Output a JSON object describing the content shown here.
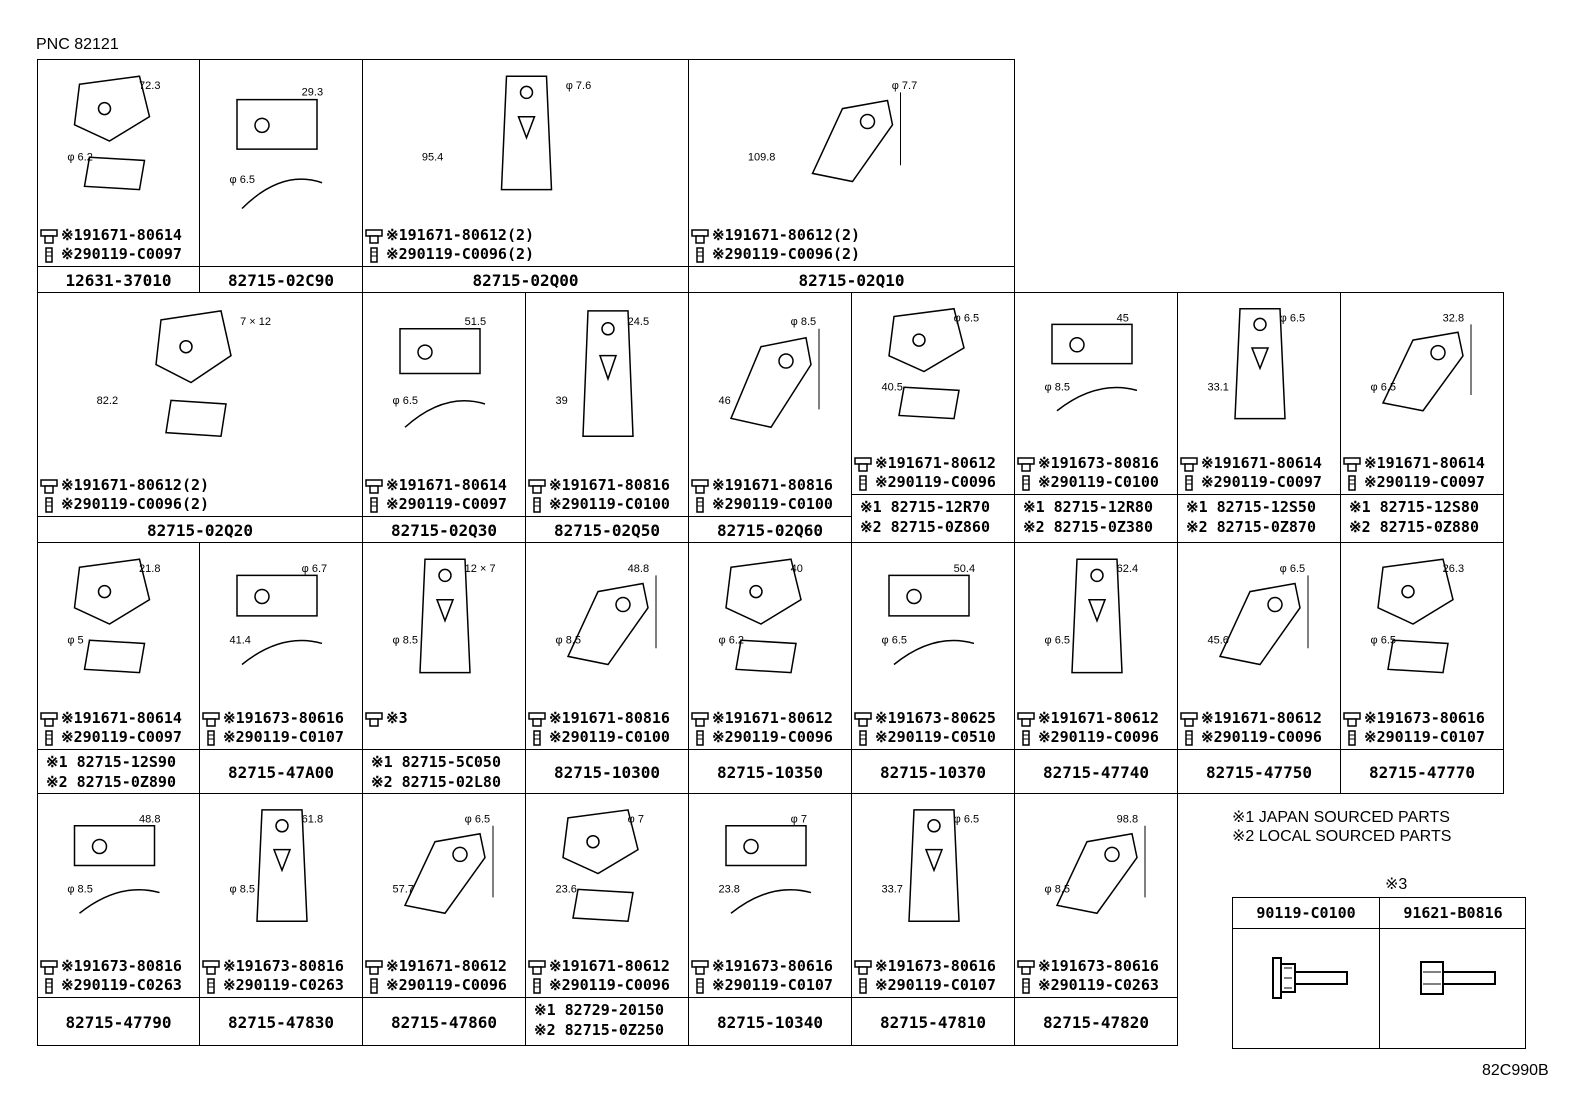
{
  "header": {
    "pnc": "PNC 82121",
    "diagram_code": "82C990B"
  },
  "notes": [
    "※1 JAPAN SOURCED PARTS",
    "※2 LOCAL SOURCED PARTS"
  ],
  "legend": {
    "title": "※3",
    "parts": [
      "90119-C0100",
      "91621-B0816"
    ]
  },
  "parts": [
    {
      "label": "12631-37010",
      "bolts": [
        "※191671-80614",
        "※290119-C0097"
      ],
      "dims": [
        "72.3",
        "φ 6.2"
      ]
    },
    {
      "label": "82715-02C90",
      "bolts": [],
      "dims": [
        "29.3",
        "φ 6.5"
      ]
    },
    {
      "label": "82715-02Q00",
      "bolts": [
        "※191671-80612(2)",
        "※290119-C0096(2)"
      ],
      "dims": [
        "φ 7.6",
        "95.4"
      ]
    },
    {
      "label": "82715-02Q10",
      "bolts": [
        "※191671-80612(2)",
        "※290119-C0096(2)"
      ],
      "dims": [
        "φ 7.7",
        "109.8"
      ]
    },
    {
      "label": "82715-02Q20",
      "bolts": [
        "※191671-80612(2)",
        "※290119-C0096(2)"
      ],
      "dims": [
        "7 × 12",
        "82.2"
      ]
    },
    {
      "label": "82715-02Q30",
      "bolts": [
        "※191671-80614",
        "※290119-C0097"
      ],
      "dims": [
        "51.5",
        "φ 6.5"
      ]
    },
    {
      "label": "82715-02Q50",
      "bolts": [
        "※191671-80816",
        "※290119-C0100"
      ],
      "dims": [
        "24.5",
        "39"
      ]
    },
    {
      "label": "82715-02Q60",
      "bolts": [
        "※191671-80816",
        "※290119-C0100"
      ],
      "dims": [
        "φ 8.5",
        "46"
      ]
    },
    {
      "label": "※1 82715-12R70",
      "label2": "※2 82715-0Z860",
      "bolts": [
        "※191671-80612",
        "※290119-C0096"
      ],
      "dims": [
        "φ 6.5",
        "40.5"
      ]
    },
    {
      "label": "※1 82715-12R80",
      "label2": "※2 82715-0Z380",
      "bolts": [
        "※191673-80816",
        "※290119-C0100"
      ],
      "dims": [
        "45",
        "φ 8.5"
      ]
    },
    {
      "label": "※1 82715-12S50",
      "label2": "※2 82715-0Z870",
      "bolts": [
        "※191671-80614",
        "※290119-C0097"
      ],
      "dims": [
        "φ 6.5",
        "33.1"
      ]
    },
    {
      "label": "※1 82715-12S80",
      "label2": "※2 82715-0Z880",
      "bolts": [
        "※191671-80614",
        "※290119-C0097"
      ],
      "dims": [
        "32.8",
        "φ 6.5"
      ]
    },
    {
      "label": "※1 82715-12S90",
      "label2": "※2 82715-0Z890",
      "bolts": [
        "※191671-80614",
        "※290119-C0097"
      ],
      "dims": [
        "21.8",
        "φ 5"
      ]
    },
    {
      "label": "82715-47A00",
      "bolts": [
        "※191673-80616",
        "※290119-C0107"
      ],
      "dims": [
        "φ 6.7",
        "41.4"
      ]
    },
    {
      "label": "※1 82715-5C050",
      "label2": "※2 82715-02L80",
      "bolts": [
        "※3"
      ],
      "dims": [
        "12 × 7",
        "φ 8.5"
      ]
    },
    {
      "label": "82715-10300",
      "bolts": [
        "※191671-80816",
        "※290119-C0100"
      ],
      "dims": [
        "48.8",
        "φ 8.5"
      ]
    },
    {
      "label": "82715-10350",
      "bolts": [
        "※191671-80612",
        "※290119-C0096"
      ],
      "dims": [
        "40",
        "φ 6.2"
      ]
    },
    {
      "label": "82715-10370",
      "bolts": [
        "※191673-80625",
        "※290119-C0510"
      ],
      "dims": [
        "50.4",
        "φ 6.5"
      ]
    },
    {
      "label": "82715-47740",
      "bolts": [
        "※191671-80612",
        "※290119-C0096"
      ],
      "dims": [
        "62.4",
        "φ 6.5"
      ]
    },
    {
      "label": "82715-47750",
      "bolts": [
        "※191671-80612",
        "※290119-C0096"
      ],
      "dims": [
        "φ 6.5",
        "45.6"
      ]
    },
    {
      "label": "82715-47770",
      "bolts": [
        "※191673-80616",
        "※290119-C0107"
      ],
      "dims": [
        "26.3",
        "φ 6.5"
      ]
    },
    {
      "label": "82715-47790",
      "bolts": [
        "※191673-80816",
        "※290119-C0263"
      ],
      "dims": [
        "48.8",
        "φ 8.5"
      ]
    },
    {
      "label": "82715-47830",
      "bolts": [
        "※191673-80816",
        "※290119-C0263"
      ],
      "dims": [
        "61.8",
        "φ 8.5"
      ]
    },
    {
      "label": "82715-47860",
      "bolts": [
        "※191671-80612",
        "※290119-C0096"
      ],
      "dims": [
        "φ 6.5",
        "57.7"
      ]
    },
    {
      "label": "※1 82729-20150",
      "label2": "※2 82715-0Z250",
      "bolts": [
        "※191671-80612",
        "※290119-C0096"
      ],
      "dims": [
        "φ 7",
        "23.6"
      ]
    },
    {
      "label": "82715-10340",
      "bolts": [
        "※191673-80616",
        "※290119-C0107"
      ],
      "dims": [
        "φ 7",
        "23.8"
      ]
    },
    {
      "label": "82715-47810",
      "bolts": [
        "※191673-80616",
        "※290119-C0107"
      ],
      "dims": [
        "φ 6.5",
        "33.7"
      ]
    },
    {
      "label": "82715-47820",
      "bolts": [
        "※191673-80616",
        "※290119-C0263"
      ],
      "dims": [
        "98.8",
        "φ 8.5"
      ]
    }
  ]
}
